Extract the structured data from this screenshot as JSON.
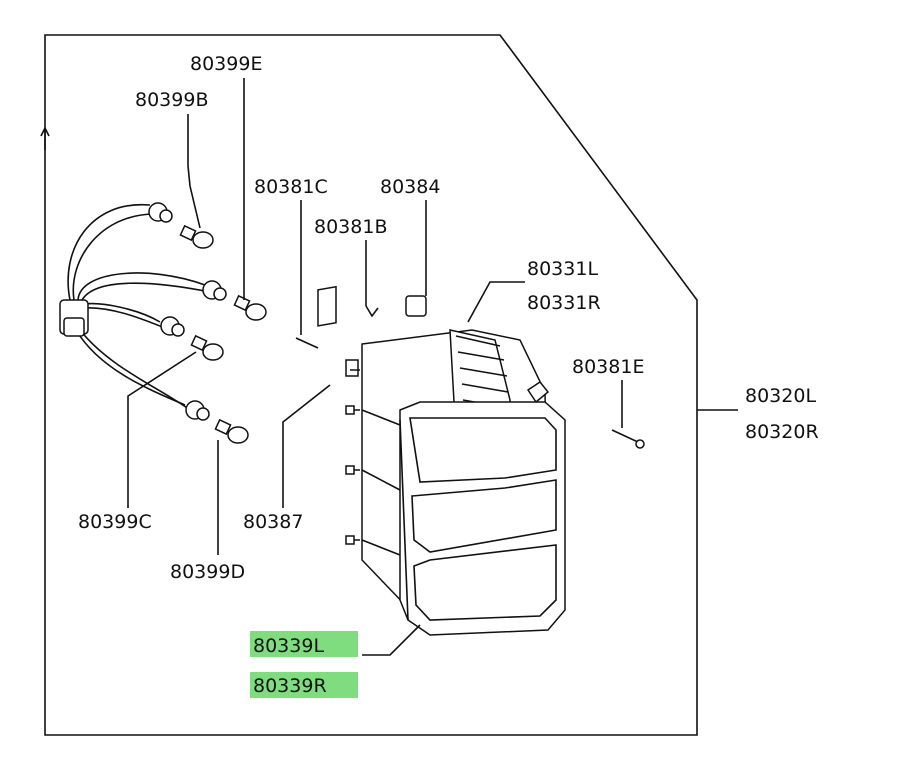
{
  "parts": {
    "p80399E": "80399E",
    "p80399B": "80399B",
    "p80381C": "80381C",
    "p80384": "80384",
    "p80381B": "80381B",
    "p80331L": "80331L",
    "p80331R": "80331R",
    "p80381E": "80381E",
    "p80320L": "80320L",
    "p80320R": "80320R",
    "p80399C": "80399C",
    "p80387": "80387",
    "p80399D": "80399D",
    "p80339L": "80339L",
    "p80339R": "80339R"
  },
  "colors": {
    "highlight": "#7fdc7f",
    "line": "#111111"
  }
}
